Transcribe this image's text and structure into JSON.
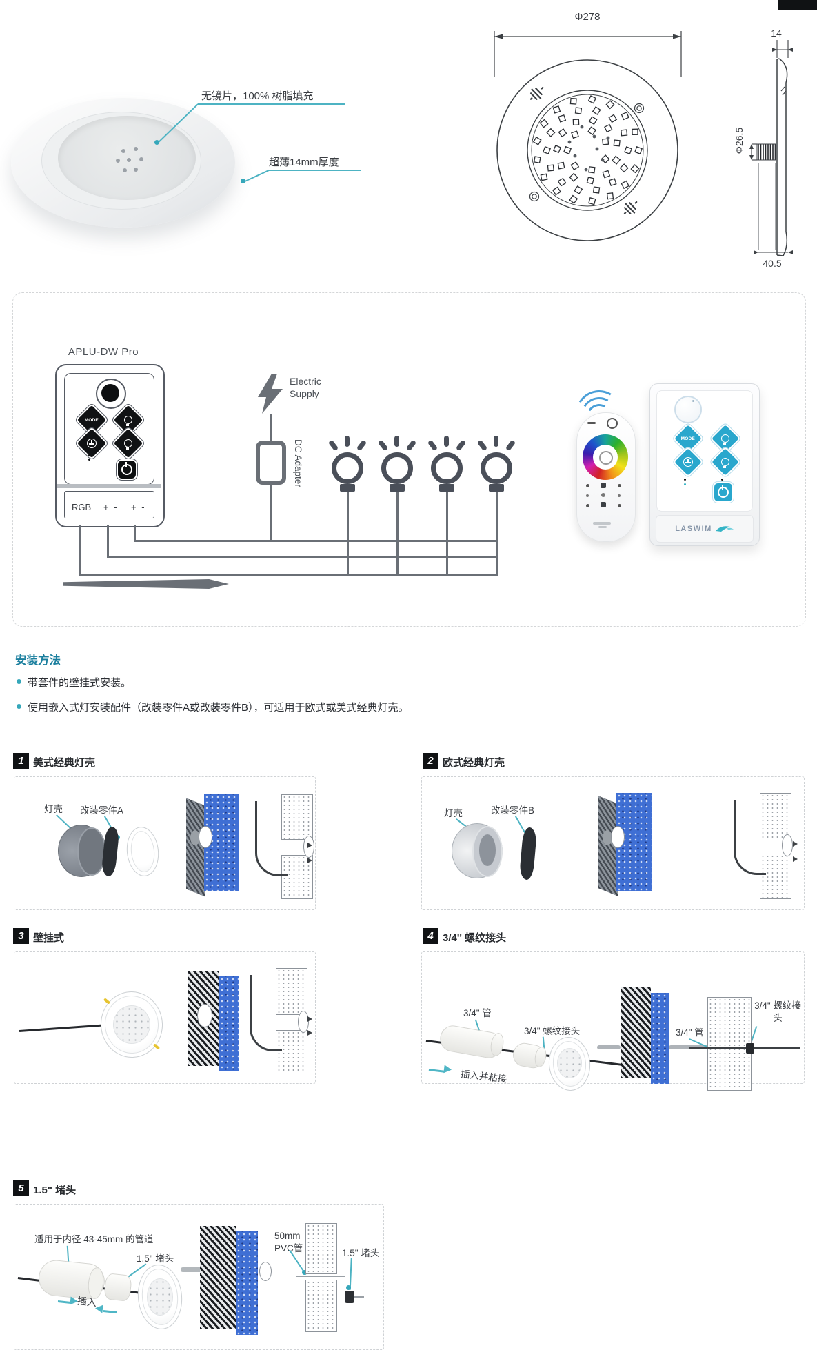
{
  "hero": {
    "callout_lens": "无镜片，100% 树脂填充",
    "callout_thickness": "超薄14mm厚度"
  },
  "drawings": {
    "front_diameter": "Φ278",
    "side_width": "14",
    "thread_diameter": "Φ26.5",
    "side_depth": "40.5"
  },
  "wiring": {
    "controller_label": "APLU-DW Pro",
    "mode_label": "MODE",
    "terminal_rgb": "RGB",
    "terminal_pm1": "+ -",
    "terminal_pm2": "+ -",
    "electric_supply": "Electric Supply",
    "dc_adapter": "DC Adapter",
    "brand": "LASWIM"
  },
  "install": {
    "heading": "安装方法",
    "bullets": [
      "带套件的壁挂式安装。",
      "使用嵌入式灯安装配件（改装零件A或改装零件B），可适用于欧式或美式经典灯壳。"
    ]
  },
  "sections": [
    {
      "num": "1",
      "title": "美式经典灯壳",
      "label_housing": "灯壳",
      "label_part": "改装零件A"
    },
    {
      "num": "2",
      "title": "欧式经典灯壳",
      "label_housing": "灯壳",
      "label_part": "改装零件B"
    },
    {
      "num": "3",
      "title": "壁挂式"
    },
    {
      "num": "4",
      "title": "3/4'' 螺纹接头",
      "label_pipe": "3/4\" 管",
      "label_joint": "3/4\" 螺纹接头",
      "label_action": "插入并粘接",
      "label_pipe_right": "3/4\" 管",
      "label_joint_right": "3/4\" 螺纹接头"
    },
    {
      "num": "5",
      "title": "1.5\" 堵头",
      "label_pipe_spec": "适用于内径 43-45mm 的管道",
      "label_plug": "1.5\" 堵头",
      "label_action": "插入",
      "label_pvc": "50mm PVC管",
      "label_plug_right": "1.5\" 堵头"
    }
  ],
  "colors": {
    "accent_teal": "#35a7ba",
    "heading_teal": "#1b7f9e",
    "diagram_gray": "#565b64",
    "wall_blue": "#3f6fd4",
    "panel_blue": "#29a7cd"
  }
}
